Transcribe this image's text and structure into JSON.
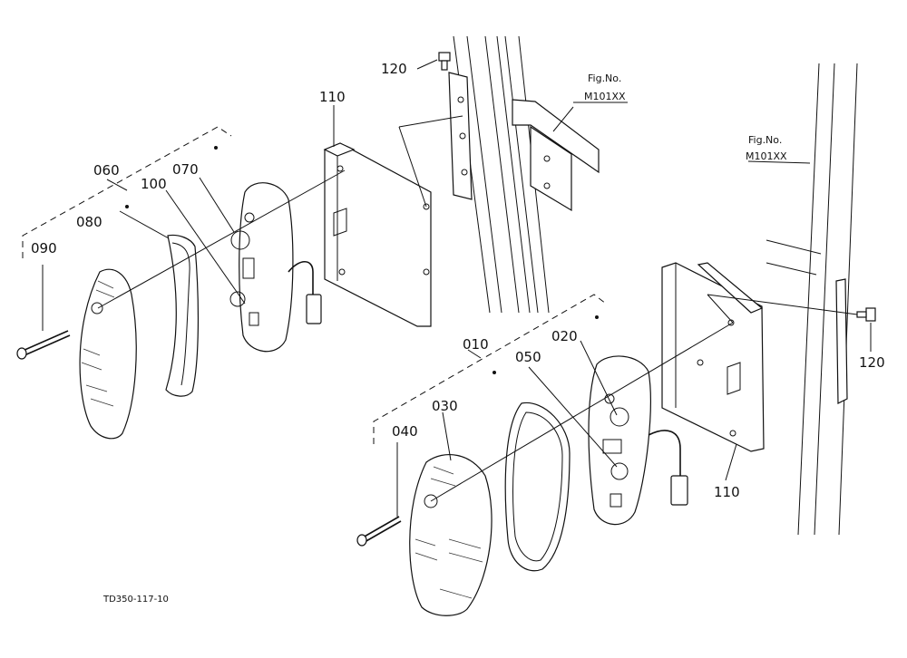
{
  "figure": {
    "code": "TD350-117-10"
  },
  "references": [
    {
      "fig_label": "Fig.No.",
      "fig_number": "M101XX"
    },
    {
      "fig_label": "Fig.No.",
      "fig_number": "M101XX"
    }
  ],
  "callouts": {
    "upper": {
      "p010": "060",
      "p070": "070",
      "p100": "100",
      "p080": "080",
      "p090": "090",
      "p110": "110",
      "p120": "120"
    },
    "lower": {
      "p010": "010",
      "p020": "020",
      "p050": "050",
      "p030": "030",
      "p040": "040",
      "p110": "110",
      "p120": "120"
    }
  }
}
